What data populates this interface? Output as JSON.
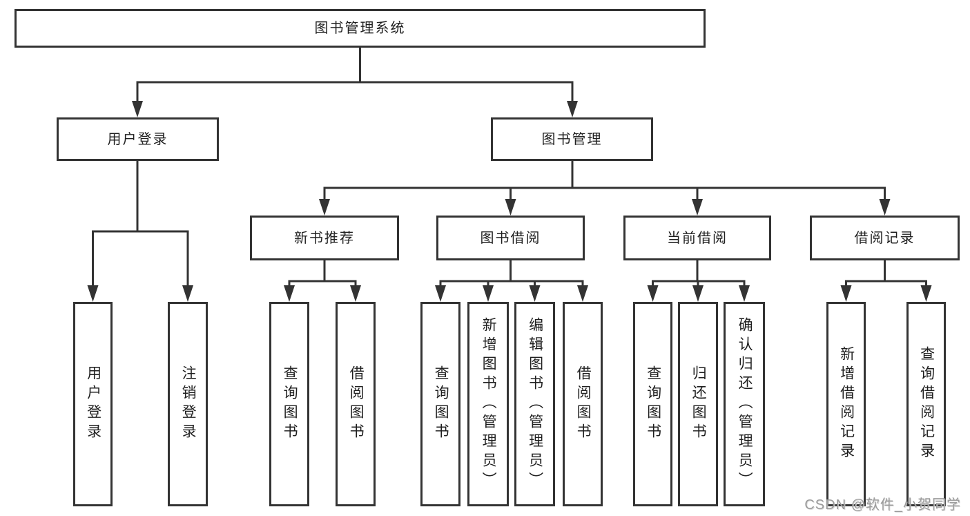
{
  "tree": {
    "root": {
      "label": "图书管理系统"
    },
    "branches": [
      {
        "label": "用户登录",
        "children": [
          {
            "label": "用户登录"
          },
          {
            "label": "注销登录"
          }
        ]
      },
      {
        "label": "图书管理",
        "children": [
          {
            "label": "新书推荐",
            "children": [
              {
                "label": "查询图书"
              },
              {
                "label": "借阅图书"
              }
            ]
          },
          {
            "label": "图书借阅",
            "children": [
              {
                "label": "查询图书"
              },
              {
                "label": "新增图书（管理员）"
              },
              {
                "label": "编辑图书（管理员）"
              },
              {
                "label": "借阅图书"
              }
            ]
          },
          {
            "label": "当前借阅",
            "children": [
              {
                "label": "查询图书"
              },
              {
                "label": "归还图书"
              },
              {
                "label": "确认归还（管理员）"
              }
            ]
          },
          {
            "label": "借阅记录",
            "children": [
              {
                "label": "新增借阅记录"
              },
              {
                "label": "查询借阅记录"
              }
            ]
          }
        ]
      }
    ]
  },
  "watermark": {
    "text": "CSDN @软件_小贺同学"
  },
  "colors": {
    "line": "#333333",
    "text": "#1f1f1f",
    "box-bg": "#ffffff",
    "background": "#ffffff",
    "watermark": "#9b9b9b"
  }
}
